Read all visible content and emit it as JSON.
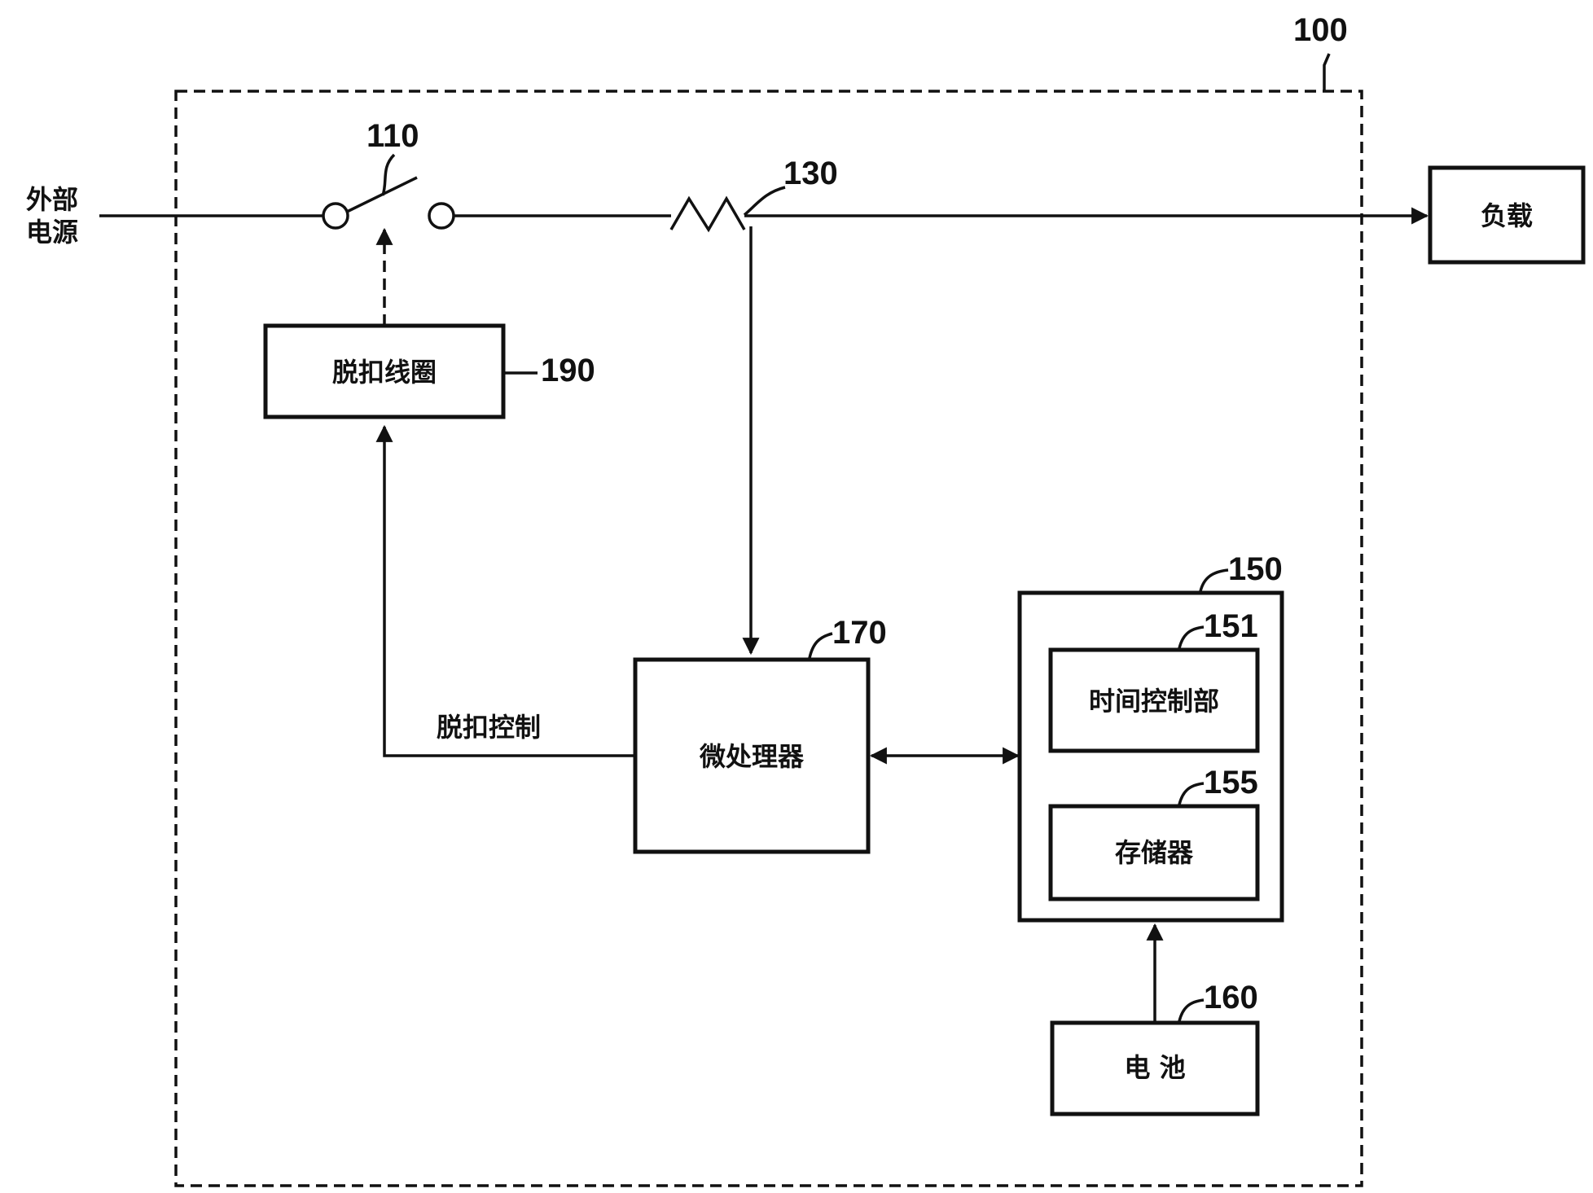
{
  "labels": {
    "external_power_line1": "外部",
    "external_power_line2": "电源",
    "load": "负载",
    "trip_coil": "脱扣线圈",
    "trip_control": "脱扣控制",
    "microprocessor": "微处理器",
    "time_control": "时间控制部",
    "memory": "存储器",
    "battery": "电 池"
  },
  "refs": {
    "device": "100",
    "switch": "110",
    "sensor": "130",
    "rtc_module": "150",
    "time_control": "151",
    "memory": "155",
    "battery": "160",
    "microprocessor": "170",
    "trip_coil": "190"
  }
}
